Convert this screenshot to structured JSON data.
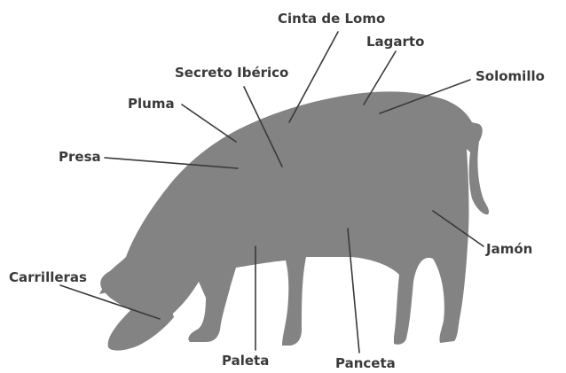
{
  "diagram": {
    "labels": {
      "cinta_de_lomo": "Cinta de Lomo",
      "lagarto": "Lagarto",
      "secreto_iberico": "Secreto Ibérico",
      "solomillo": "Solomillo",
      "pluma": "Pluma",
      "presa": "Presa",
      "jamon": "Jamón",
      "carrilleras": "Carrilleras",
      "paleta": "Paleta",
      "panceta": "Panceta"
    },
    "colors": {
      "pig_fill": "#838383",
      "label_text": "#3a3a3a",
      "leader_lines": "#3a3a3a",
      "background": "#ffffff"
    }
  }
}
